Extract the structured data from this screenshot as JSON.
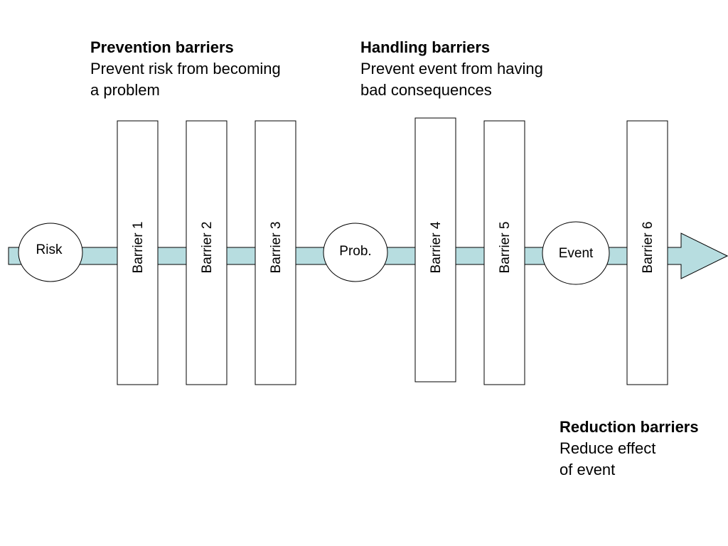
{
  "captions": {
    "prevention": {
      "heading": "Prevention barriers",
      "line1": "Prevent risk from becoming",
      "line2": "a problem"
    },
    "handling": {
      "heading": "Handling barriers",
      "line1": "Prevent event from having",
      "line2": "bad consequences"
    },
    "reduction": {
      "heading": "Reduction barriers",
      "line1": "Reduce effect",
      "line2": "of event"
    }
  },
  "barriers": [
    {
      "label": "Barrier 1"
    },
    {
      "label": "Barrier 2"
    },
    {
      "label": "Barrier 3"
    },
    {
      "label": "Barrier 4"
    },
    {
      "label": "Barrier 5"
    },
    {
      "label": "Barrier 6"
    }
  ],
  "nodes": {
    "risk": "Risk",
    "problem": "Prob.",
    "event": "Event"
  },
  "colors": {
    "arrow_fill": "#b7dde0",
    "stroke": "#000000",
    "box_fill": "#ffffff"
  }
}
